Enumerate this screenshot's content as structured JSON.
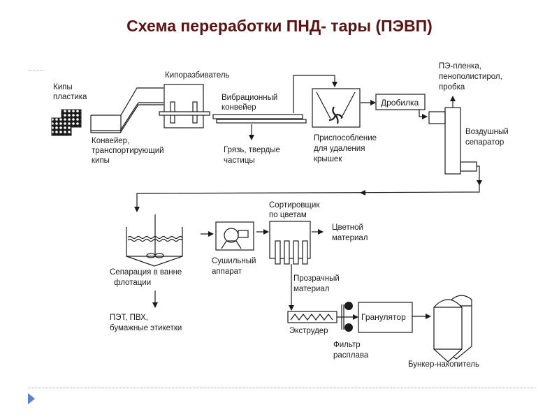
{
  "title": "Схема переработки ПНД- тары (ПЭВП)",
  "colors": {
    "title": "#5a1414",
    "lines": "#1a1a1a",
    "accent": "#5b82cf",
    "dotted_rule": "#9bb0d6"
  },
  "labels": {
    "bales": [
      "Кипы",
      "пластика"
    ],
    "conveyor": [
      "Конвейер,",
      "транспортирующий",
      "кипы"
    ],
    "bale_breaker": "Кипоразбиватель",
    "vibro_conveyor": [
      "Вибрационный",
      "конвейер"
    ],
    "dirt": [
      "Грязь, твердые",
      "частицы"
    ],
    "cap_removal": [
      "Приспособление",
      "для удаления",
      "крышек"
    ],
    "crusher": "Дробилка",
    "pe_film": [
      "ПЭ-пленка,",
      "пенополистирол,",
      "пробка"
    ],
    "air_separator": [
      "Воздушный",
      "сепаратор"
    ],
    "flotation": [
      "Сепарация в ванне",
      "флотации"
    ],
    "pet_pvc": [
      "ПЭТ, ПВХ,",
      "бумажные этикетки"
    ],
    "dryer": [
      "Сушильный",
      "аппарат"
    ],
    "color_sorter": [
      "Сортировщик",
      "по цветам"
    ],
    "colored_material": [
      "Цветной",
      "материал"
    ],
    "clear_material": [
      "Прозрачный",
      "материал"
    ],
    "extruder": "Экструдер",
    "melt_filter": [
      "Фильтр",
      "расплава"
    ],
    "granulator": "Гранулятор",
    "storage_bunker": "Бункер-накопитель"
  }
}
